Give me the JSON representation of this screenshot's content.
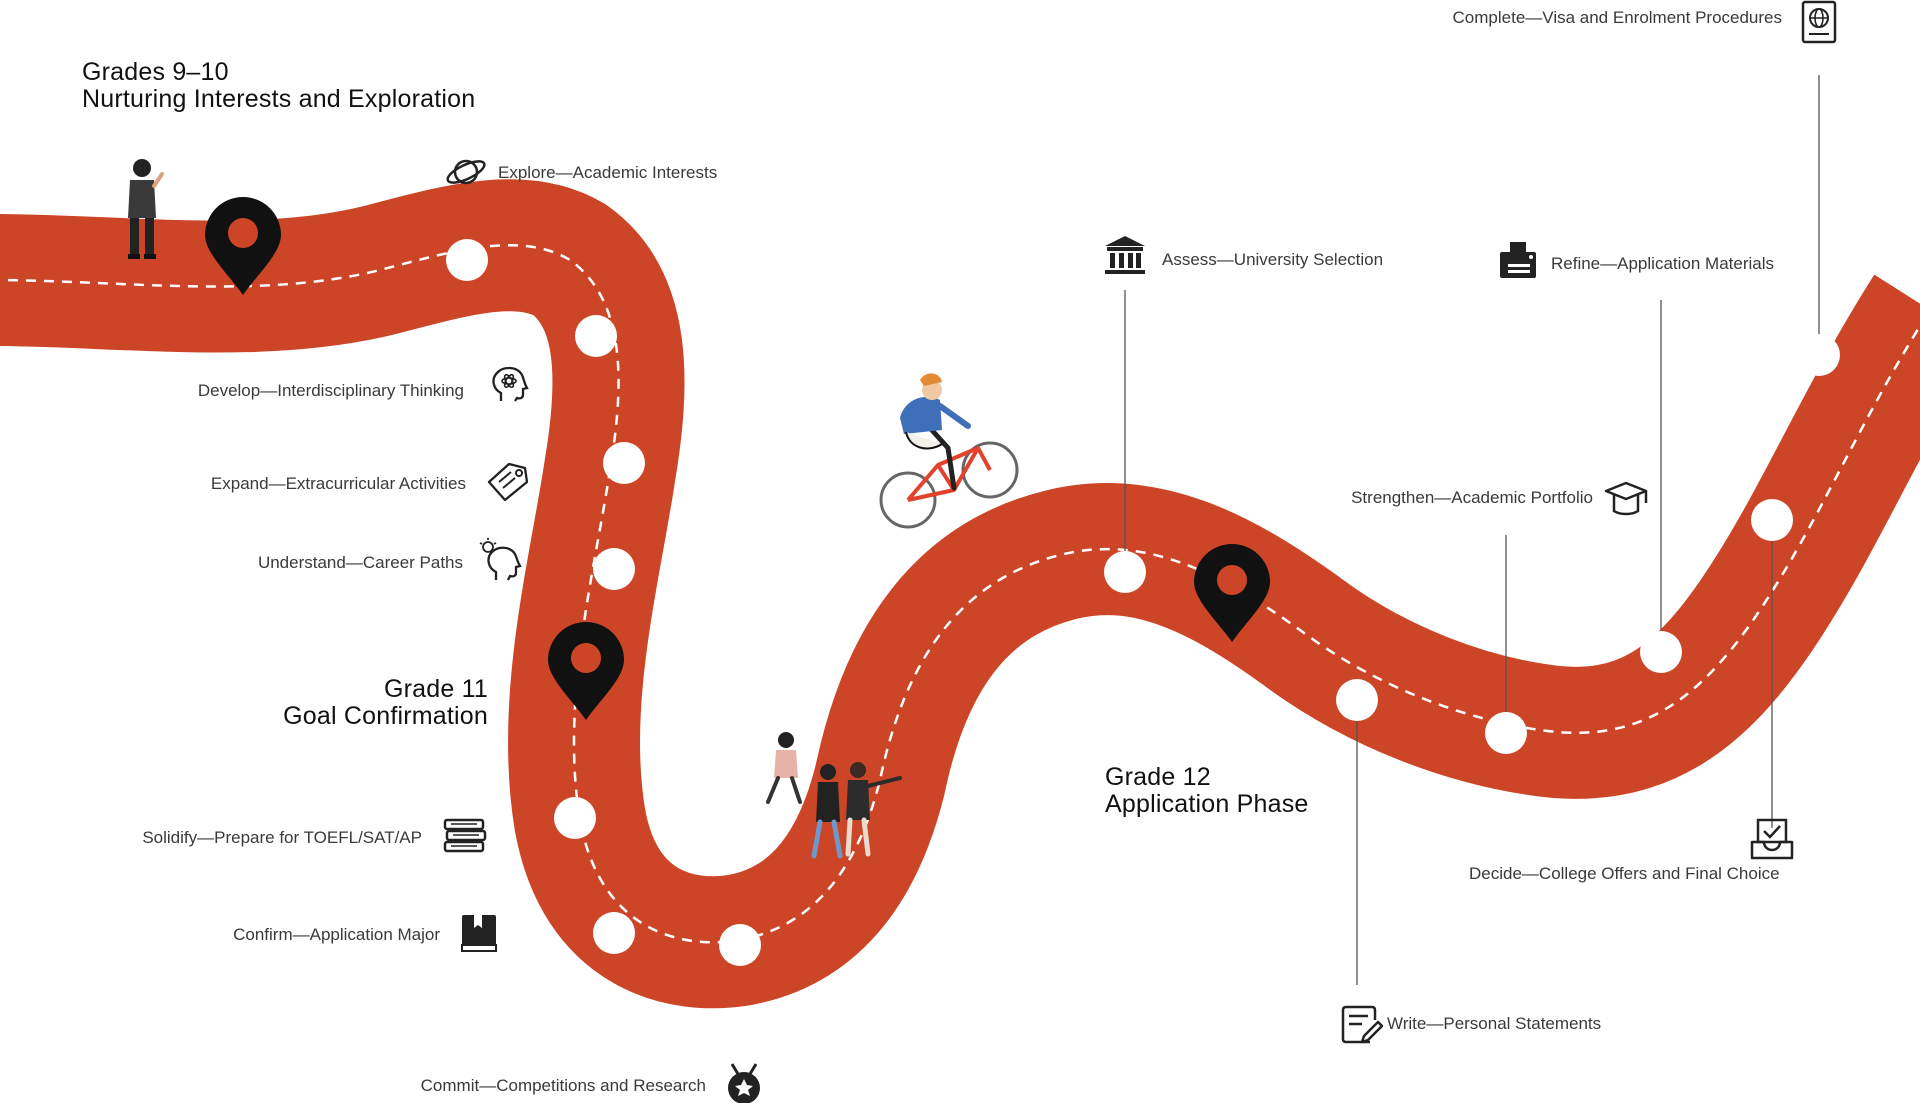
{
  "colors": {
    "road": "#cd4527",
    "dash": "#ffffff",
    "stop": "#ffffff",
    "pin": "#111111",
    "text": "#3a3a3a",
    "heading": "#111111"
  },
  "phases": [
    {
      "line1": "Grades 9–10",
      "line2": "Nurturing Interests and Exploration"
    },
    {
      "line1": "Grade 11",
      "line2": "Goal Confirmation"
    },
    {
      "line1": "Grade 12",
      "line2": "Application Phase"
    }
  ],
  "milestones": [
    {
      "text": "Explore—Academic Interests",
      "icon": "planet-icon"
    },
    {
      "text": "Develop—Interdisciplinary Thinking",
      "icon": "head-atom-icon"
    },
    {
      "text": "Expand—Extracurricular Activities",
      "icon": "ticket-tag-icon"
    },
    {
      "text": "Understand—Career Paths",
      "icon": "head-lightbulb-icon"
    },
    {
      "text": "Solidify—Prepare for TOEFL/SAT/AP",
      "icon": "book-stack-icon"
    },
    {
      "text": "Confirm—Application Major",
      "icon": "bookmark-book-icon"
    },
    {
      "text": "Commit—Competitions and Research",
      "icon": "medal-icon"
    },
    {
      "text": "Assess—University Selection",
      "icon": "university-building-icon"
    },
    {
      "text": "Write—Personal Statements",
      "icon": "note-pen-icon"
    },
    {
      "text": "Strengthen—Academic Portfolio",
      "icon": "graduation-cap-icon"
    },
    {
      "text": "Refine—Application Materials",
      "icon": "printer-icon"
    },
    {
      "text": "Decide—College Offers and Final Choice",
      "icon": "inbox-check-icon"
    },
    {
      "text": "Complete—Visa and Enrolment Procedures",
      "icon": "passport-icon"
    }
  ]
}
